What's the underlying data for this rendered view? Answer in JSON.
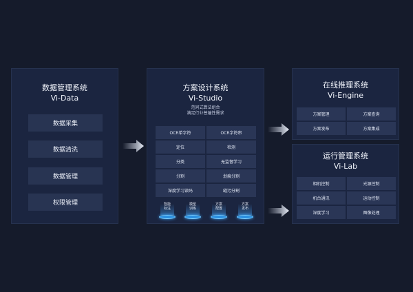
{
  "data_panel": {
    "title": "数据管理系统",
    "subtitle": "Vi-Data",
    "items": [
      "数据采集",
      "数据清洗",
      "数据管理",
      "权限管理"
    ]
  },
  "studio_panel": {
    "title": "方案设计系统",
    "subtitle": "Vi-Studio",
    "desc_line1": "范同式算法组合",
    "desc_line2": "满足行业普遍性需求",
    "grid": [
      "OCR单字符",
      "OCR字符串",
      "定位",
      "检测",
      "分类",
      "无监督学习",
      "分割",
      "划痕分割",
      "深度学习读码",
      "缝污分割"
    ],
    "pedestals": [
      {
        "line1": "智能",
        "line2": "标注"
      },
      {
        "line1": "模型",
        "line2": "训练"
      },
      {
        "line1": "方案",
        "line2": "配置"
      },
      {
        "line1": "方案",
        "line2": "发布"
      }
    ]
  },
  "engine_panel": {
    "title": "在线推理系统",
    "subtitle": "Vi-Engine",
    "grid": [
      "方案管理",
      "方案查询",
      "方案发布",
      "方案集成"
    ]
  },
  "lab_panel": {
    "title": "运行管理系统",
    "subtitle": "Vi-Lab",
    "grid": [
      "相机控制",
      "光源控制",
      "机台通讯",
      "运动控制",
      "深度学习",
      "图像处理"
    ]
  },
  "colors": {
    "background": "#151b2b",
    "panel": "#1b2540",
    "block": "#283452",
    "pedestal_glow": "#2a8fe0"
  }
}
